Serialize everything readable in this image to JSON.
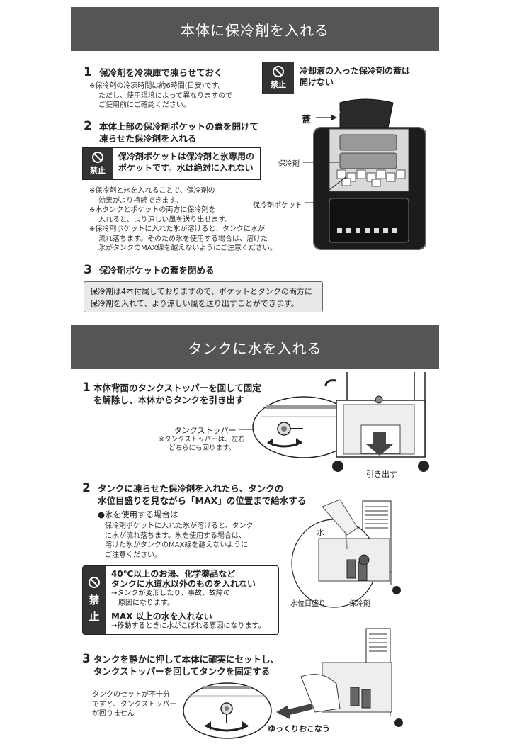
{
  "section1": {
    "title": "本体に保冷剤を入れる",
    "step1": {
      "num": "1",
      "title": "保冷剤を冷凍庫で凍らせておく",
      "notes": [
        "※保冷剤の冷凍時間は約6時間(目安)です。",
        "ただし、使用環境によって異なりますので",
        "ご使用前にご確認ください。"
      ]
    },
    "ban_lid": {
      "mark": "禁止",
      "lines": [
        "冷却液の入った保冷剤の蓋は",
        "開けない"
      ]
    },
    "step2": {
      "num": "2",
      "title_lines": [
        "本体上部の保冷剤ポケットの蓋を開けて",
        "凍らせた保冷剤を入れる"
      ],
      "ban": {
        "mark": "禁止",
        "lines": [
          "保冷剤ポケットは保冷剤と氷専用の",
          "ポケットです。水は絶対に入れない"
        ]
      },
      "notes": [
        "※保冷剤と氷を入れることで、保冷剤の",
        "効果がより持続できます。",
        "※水タンクとポケットの両方に保冷剤を",
        "入れると、より涼しい風を送り出せます。",
        "※保冷剤ポケットに入れた氷が溶けると、タンクに水が",
        "流れ落ちます。そのため氷を使用する場合は、溶けた",
        "氷がタンクのMAX線を越えないようにご注意ください。"
      ]
    },
    "diagram_labels": {
      "lid": "蓋",
      "coolant": "保冷剤",
      "pocket": "保冷剤ポケット"
    },
    "step3": {
      "num": "3",
      "title": "保冷剤ポケットの蓋を閉める"
    },
    "info_lines": [
      "保冷剤は4本付属しておりますので、ポケットとタンクの両方に",
      "保冷剤を入れて、より涼しい風を送り出すことができます。"
    ]
  },
  "section2": {
    "title": "タンクに水を入れる",
    "step1": {
      "num": "1",
      "title_lines": [
        "本体背面のタンクストッパーを回して固定",
        "を解除し、本体からタンクを引き出す"
      ],
      "stopper_label": "タンクストッパー",
      "stopper_notes": [
        "※タンクストッパーは、左右",
        "どちらにも回ります。"
      ],
      "pull_label": "引き出す"
    },
    "step2": {
      "num": "2",
      "title_lines": [
        "タンクに凍らせた保冷剤を入れたら、タンクの",
        "水位目盛りを見ながら「MAX」の位置まで給水する"
      ],
      "ice_heading": "●氷を使用する場合は",
      "ice_notes": [
        "保冷剤ポケットに入れた氷が溶けると、タンク",
        "に水が流れ落ちます。氷を使用する場合は、",
        "溶けた氷がタンクのMAX線を越えないように",
        "ご注意ください。"
      ],
      "ban": {
        "mark_top": "禁",
        "mark_bottom": "止",
        "item1_lines": [
          "40℃以上のお湯、化学薬品など",
          "タンクに水道水以外のものを入れない"
        ],
        "item1_sub": [
          "→タンクが変形したり、事故、故障の",
          "原因になります。"
        ],
        "item2": "MAX 以上の水を入れない",
        "item2_sub": "→移動するときに水がこぼれる原因になります。"
      },
      "labels": {
        "water": "水",
        "level": "水位目盛り",
        "coolant": "保冷剤"
      }
    },
    "step3": {
      "num": "3",
      "title_lines": [
        "タンクを静かに押して本体に確実にセットし、",
        "タンクストッパーを回してタンクを固定する"
      ],
      "notes": [
        "タンクのセットが不十分",
        "ですと、タンクストッパー",
        "が回りません"
      ],
      "slowly": "ゆっくりおこなう"
    }
  }
}
